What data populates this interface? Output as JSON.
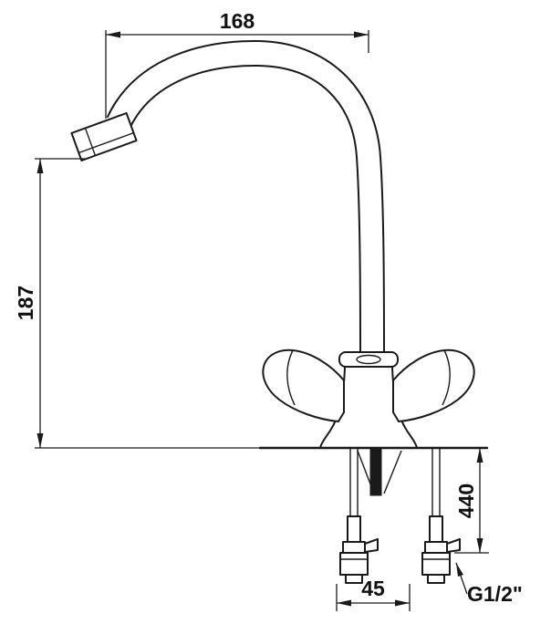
{
  "drawing": {
    "subject": "two-handle mixer faucet technical dimension drawing",
    "background": "#ffffff",
    "line_color": "#1a1a1a",
    "dimensions": {
      "spout_reach": "168",
      "spout_height": "187",
      "supply_length": "440",
      "spacing": "45",
      "thread": "G1/2\""
    }
  }
}
